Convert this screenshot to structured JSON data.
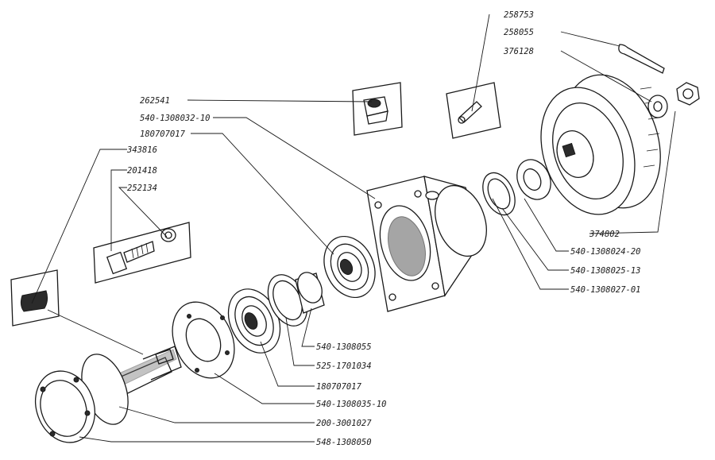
{
  "diagram": {
    "callouts": {
      "p258753": "258753",
      "p258055": "258055",
      "p376128": "376128",
      "p262541": "262541",
      "p540_1308032_10": "540-1308032-10",
      "p180707017_top": "180707017",
      "p343816": "343816",
      "p201418": "201418",
      "p252134": "252134",
      "p374802": "374802",
      "p540_1308024_20": "540-1308024-20",
      "p540_1308025_13": "540-1308025-13",
      "p540_1308027_01": "540-1308027-01",
      "p540_1308055": "540-1308055",
      "p525_1701034": "525-1701034",
      "p180707017_bottom": "180707017",
      "p540_1308035_10": "540-1308035-10",
      "p200_3001027": "200-3001027",
      "p548_1308050": "548-1308050"
    }
  }
}
